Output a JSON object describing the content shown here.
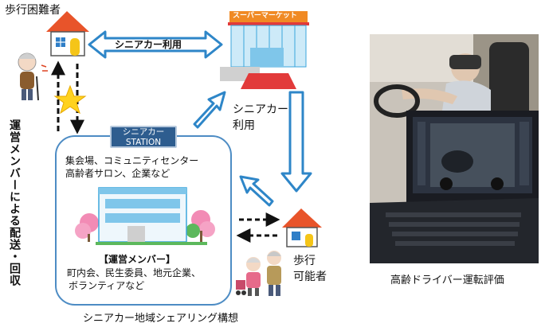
{
  "labels": {
    "mobility_impaired": "歩行困難者",
    "supermarket_sign": "スーパーマーケット",
    "use_top": "シニアカー利用",
    "use_right": "シニアカー\n利用",
    "station_line1": "シニアカー",
    "station_line2": "STATION",
    "places_line1": "集会場、コミュニティセンター",
    "places_line2": "高齢者サロン、企業など",
    "members_title": "【運営メンバー】",
    "members_line1": "町内会、民生委員、地元企業、",
    "members_line2": "ボランティアなど",
    "delivery_vertical": "運営メンバーによる配送・回収",
    "walkable": "歩行\n可能者",
    "caption_left": "シニアカー地域シェアリング構想",
    "caption_right": "高齢ドライバー運転評価"
  },
  "icons": {
    "house": "house-icon",
    "elderly_cane": "elderly-person-with-cane-icon",
    "star": "star-icon",
    "supermarket": "supermarket-building-icon",
    "facility": "community-facility-building-icon",
    "elderly_couple": "elderly-couple-icon"
  },
  "colors": {
    "arrow_fill": "#ffffff",
    "arrow_stroke": "#2e86c8",
    "badge": "#2e5d8f",
    "house_roof": "#e8542a",
    "super_orange": "#f08a24",
    "super_blue": "#3aa5dc",
    "super_red": "#e23a3a",
    "star": "#ffd21f",
    "tree_pink": "#f28bb5",
    "tree_green": "#5cb85c",
    "building_blue": "#7fc6ea"
  }
}
